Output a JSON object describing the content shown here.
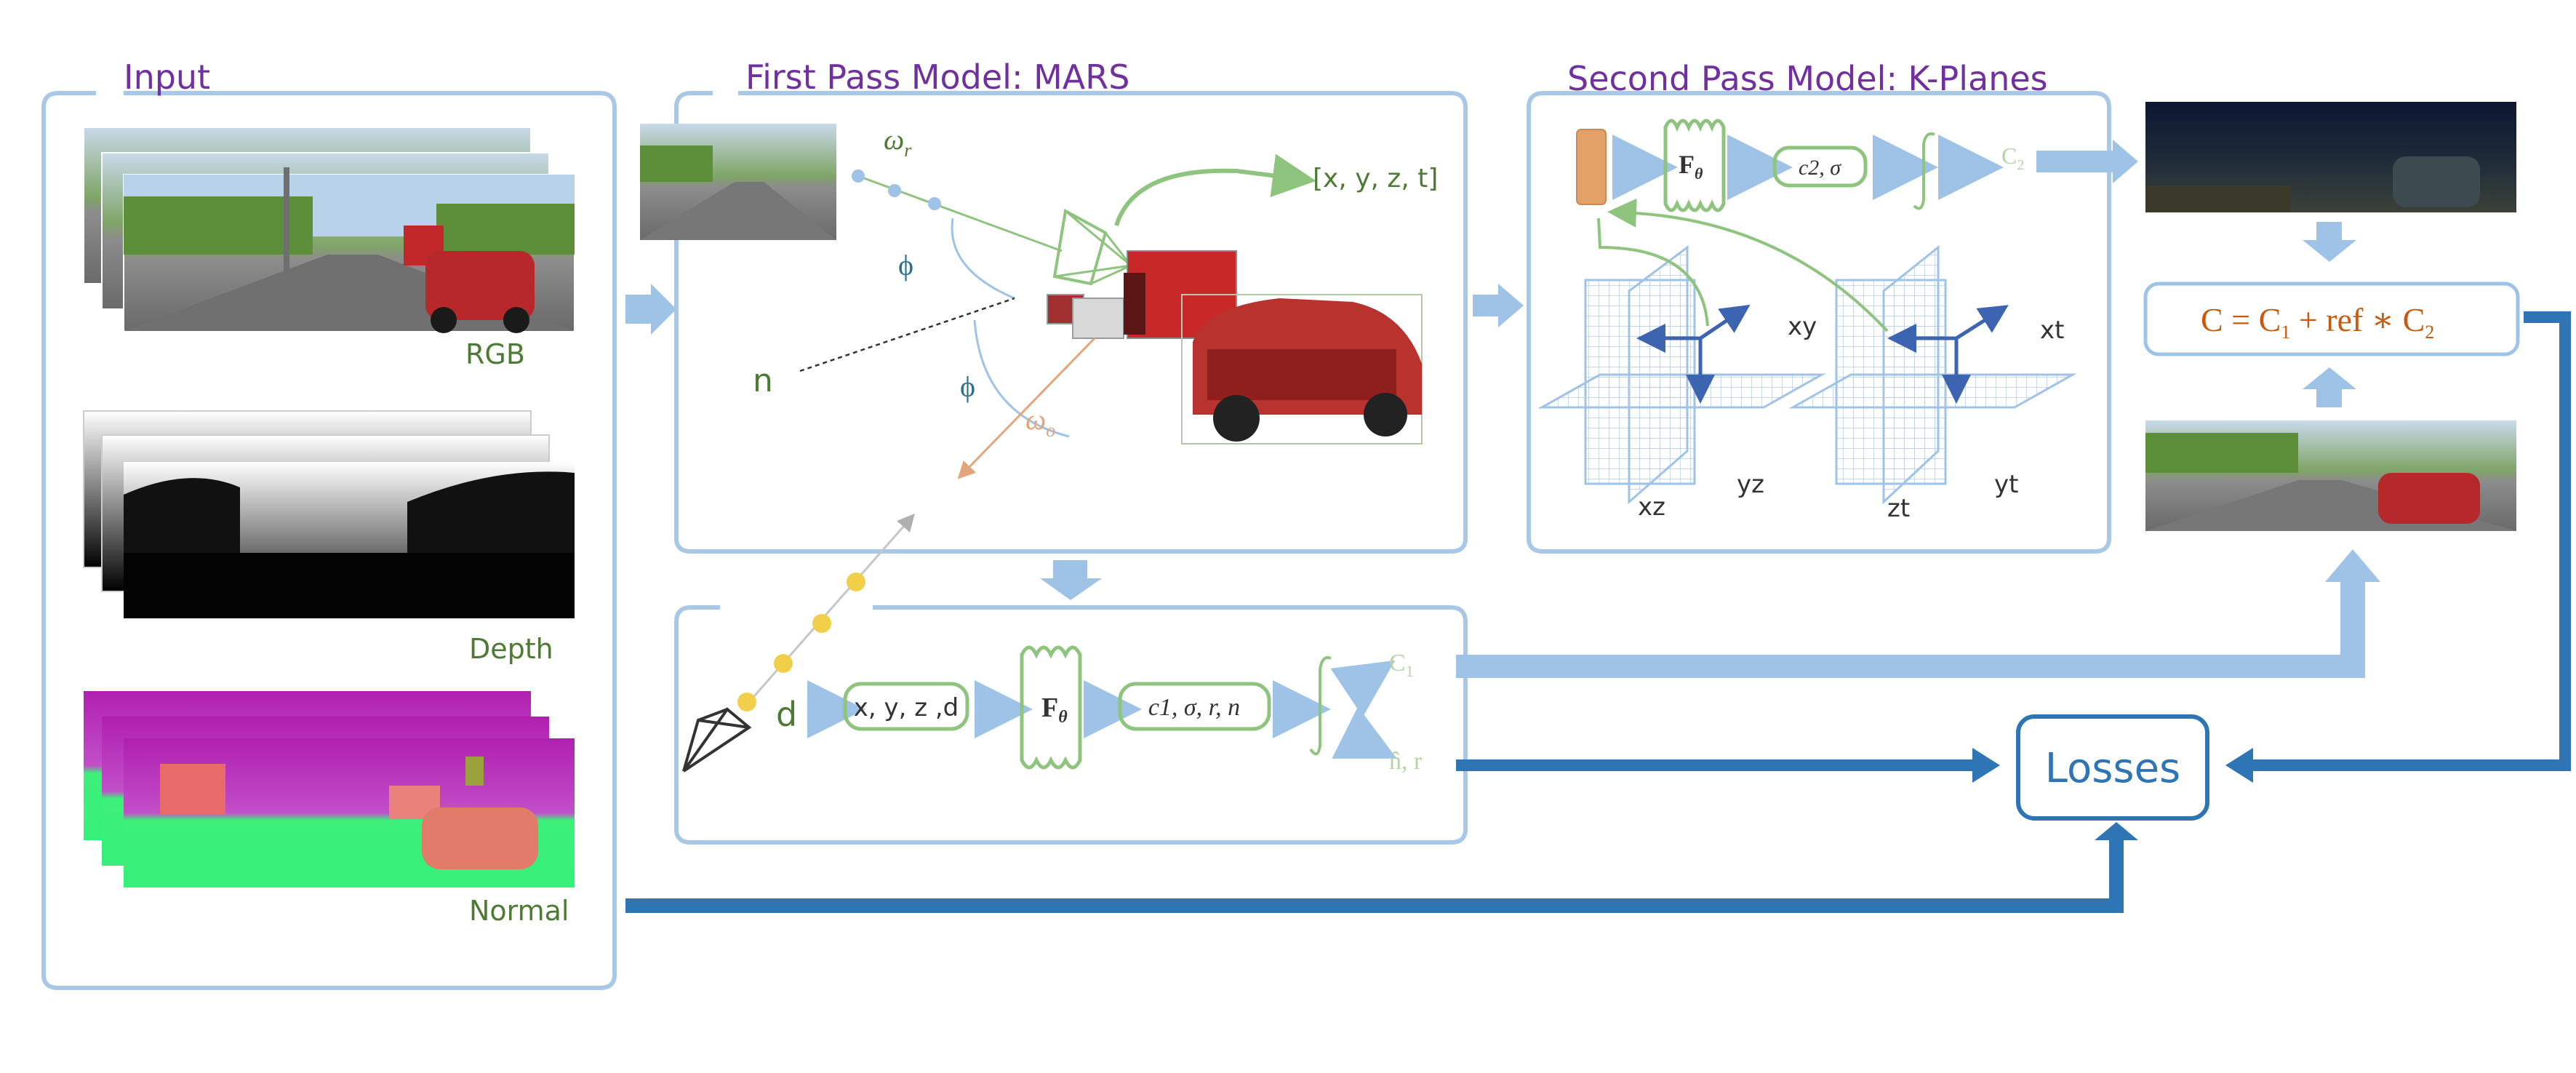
{
  "input": {
    "title": "Input",
    "rgb_label": "RGB",
    "depth_label": "Depth",
    "normal_label": "Normal"
  },
  "first_pass": {
    "title": "First Pass Model: MARS",
    "omega_r": "ω",
    "omega_r_sub": "r",
    "phi": "ϕ",
    "n": "n",
    "coords": "[x, y, z, t]",
    "omega_o": "ω",
    "omega_o_sub": "o",
    "d": "d",
    "input_box": "x, y, z ,d",
    "f_theta": "F",
    "f_theta_sub": "θ",
    "output_box": "c1, σ, r, n",
    "c1": "C",
    "c1_sub": "1",
    "n_hat_r": "n̂,  r"
  },
  "second_pass": {
    "title": "Second Pass Model: K-Planes",
    "f_theta": "F",
    "f_theta_sub": "θ",
    "output_box": "c2, σ",
    "c2": "C",
    "c2_sub": "2",
    "plane_labels": [
      "xy",
      "xz",
      "yz",
      "xt",
      "zt",
      "yt"
    ]
  },
  "composite": {
    "formula": "C  =  C",
    "c1_sub": "1",
    "plus": " +  ref ∗ C",
    "c2_sub": "2"
  },
  "losses": {
    "label": "Losses"
  },
  "colors": {
    "frame": "#a9c7e6",
    "arrow_light": "#9fc3e6",
    "arrow_dark": "#2e75b6",
    "title": "#7030a0",
    "green": "#8fc47f",
    "label_green": "#4e7b33",
    "orange": "#e3a67a",
    "formula": "#c55a11",
    "mlp": "#e3a067",
    "phi": "#2e6e8e"
  }
}
